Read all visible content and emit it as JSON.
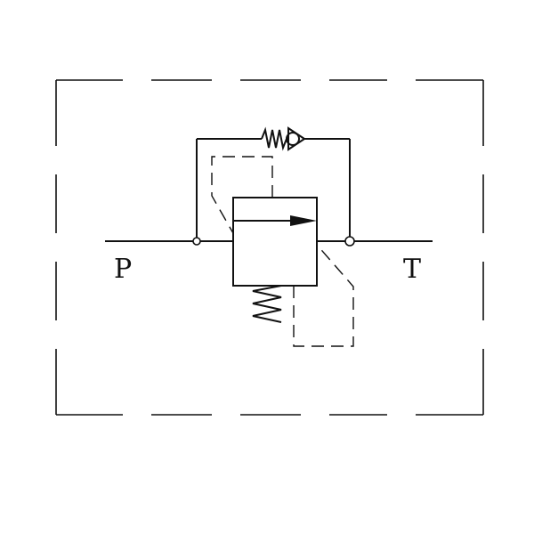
{
  "diagram": {
    "ports": {
      "pressure": "P",
      "tank": "T"
    },
    "colors": {
      "line": "#111111",
      "background": "#ffffff"
    },
    "symbols": [
      "valve-body-box",
      "flow-arrow",
      "spring",
      "check-valve-with-spring",
      "pilot-lines",
      "junction-dots",
      "enclosure-dashed-border"
    ]
  }
}
